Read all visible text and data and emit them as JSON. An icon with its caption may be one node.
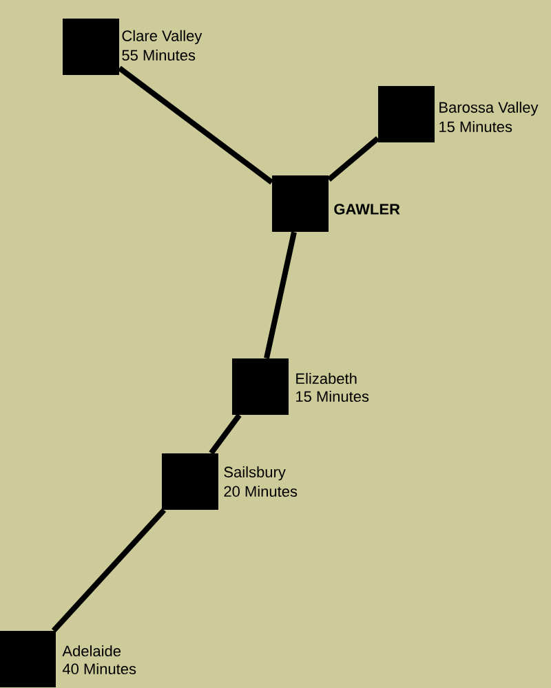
{
  "diagram": {
    "nodes": [
      {
        "text": [],
        "shape": "box",
        "beside": [
          "Clare Valley",
          "55 Minutes"
        ]
      },
      {
        "text": [],
        "shape": "box",
        "beside": [
          "Barossa Valley",
          "15 Minutes"
        ]
      },
      {
        "text": [],
        "shape": "box",
        "beside": [
          "GAWLER"
        ]
      },
      {
        "text": [],
        "shape": "box",
        "beside": [
          "Elizabeth",
          "15 Minutes"
        ]
      },
      {
        "text": [],
        "shape": "box",
        "beside": [
          "Sailsbury",
          "20 Minutes"
        ]
      },
      {
        "text": [],
        "shape": "box",
        "beside": [
          "Adelaide",
          "40 Minutes"
        ]
      }
    ],
    "edges": [
      {
        "from": 0,
        "to": 2,
        "arrow": "none"
      },
      {
        "from": 1,
        "to": 2,
        "arrow": "none"
      },
      {
        "from": 2,
        "to": 3,
        "arrow": "none"
      },
      {
        "from": 3,
        "to": 4,
        "arrow": "none"
      },
      {
        "from": 4,
        "to": 5,
        "arrow": "none"
      }
    ]
  }
}
